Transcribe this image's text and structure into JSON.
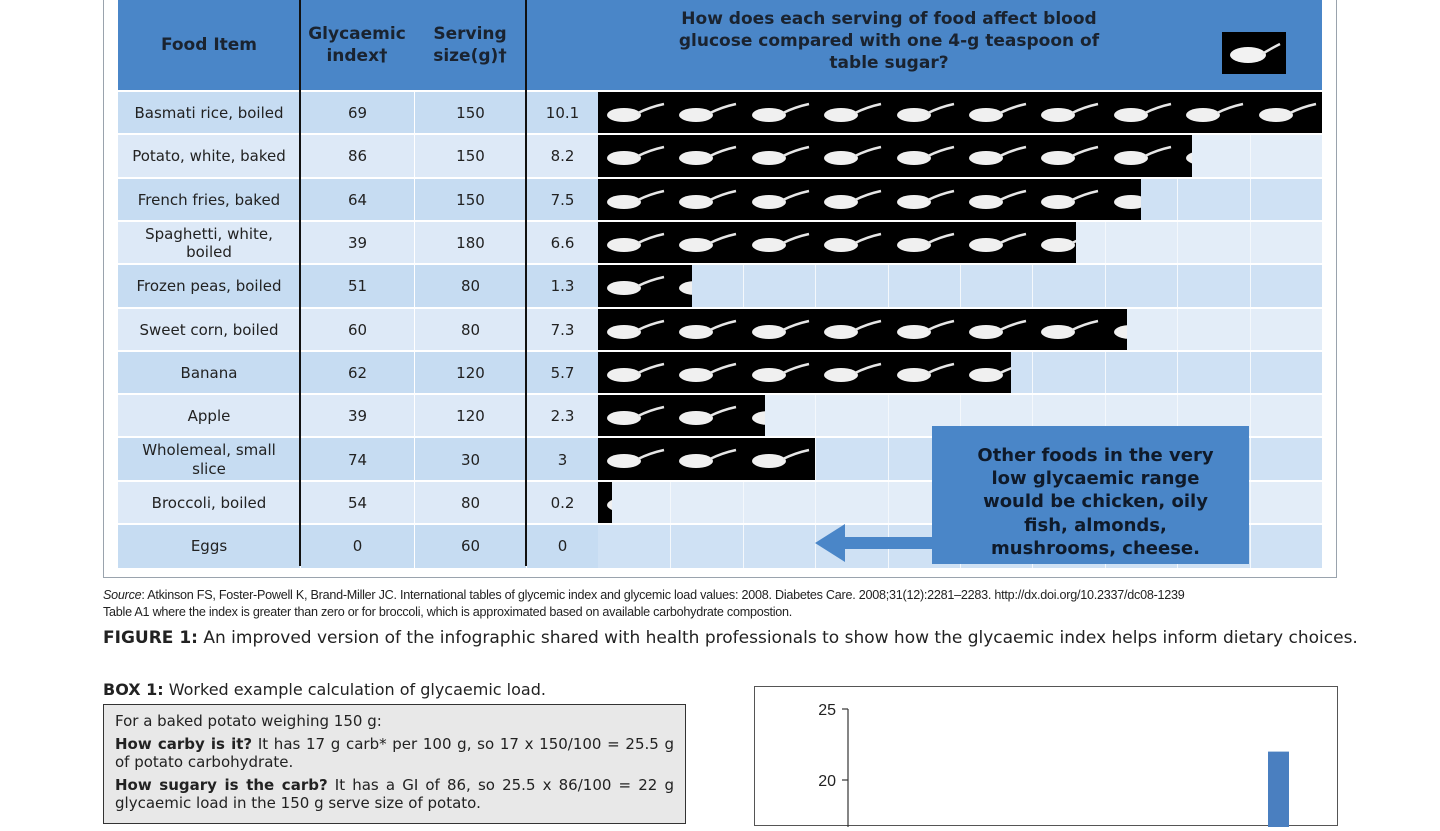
{
  "table": {
    "headers": {
      "food": "Food Item",
      "gi": "Glycaemic index†",
      "serving": "Serving size(g)†",
      "question": "How does each serving of food affect blood glucose compared with one 4-g teaspoon of table sugar?"
    },
    "rows": [
      {
        "food": "Basmati rice, boiled",
        "gi": "69",
        "serving": "150",
        "gl": "10.1"
      },
      {
        "food": "Potato, white, baked",
        "gi": "86",
        "serving": "150",
        "gl": "8.2"
      },
      {
        "food": "French fries, baked",
        "gi": "64",
        "serving": "150",
        "gl": "7.5"
      },
      {
        "food": "Spaghetti, white, boiled",
        "gi": "39",
        "serving": "180",
        "gl": "6.6"
      },
      {
        "food": "Frozen peas, boiled",
        "gi": "51",
        "serving": "80",
        "gl": "1.3"
      },
      {
        "food": "Sweet corn, boiled",
        "gi": "60",
        "serving": "80",
        "gl": "7.3"
      },
      {
        "food": "Banana",
        "gi": "62",
        "serving": "120",
        "gl": "5.7"
      },
      {
        "food": "Apple",
        "gi": "39",
        "serving": "120",
        "gl": "2.3"
      },
      {
        "food": "Wholemeal, small slice",
        "gi": "74",
        "serving": "30",
        "gl": "3"
      },
      {
        "food": "Broccoli, boiled",
        "gi": "54",
        "serving": "80",
        "gl": "0.2"
      },
      {
        "food": "Eggs",
        "gi": "0",
        "serving": "60",
        "gl": "0"
      }
    ],
    "note": "Other foods in the very low glycaemic range would be chicken, oily fish, almonds, mushrooms, cheese."
  },
  "source": {
    "label": "Source",
    "line1": ": Atkinson FS, Foster-Powell K, Brand-Miller JC. International tables of glycemic index and glycemic load values: 2008. Diabetes Care. 2008;31(12):2281–2283. http://dx.doi.org/10.2337/dc08-1239",
    "line2": "Table A1 where the index is greater than zero or for broccoli, which is approximated based on available carbohydrate compostion."
  },
  "figure": {
    "label": "FIGURE 1:",
    "text": " An improved version of the infographic shared with health professionals to show how the glycaemic index helps inform dietary choices."
  },
  "box1": {
    "label": "BOX 1:",
    "title": " Worked example calculation of glycaemic load.",
    "intro": "For a baked potato weighing 150 g:",
    "q1": "How carby is it?",
    "a1": " It has 17 g carb* per 100 g, so 17 x 150/100 = 25.5 g of potato carbohydrate.",
    "q2": "How sugary is the carb?",
    "a2": " It has a GI of 86, so 25.5 x 86/100 = 22 g glycaemic load in the 150 g serve size of potato."
  },
  "chart_data": {
    "type": "bar",
    "yticks": [
      "25",
      "20"
    ],
    "ylim": [
      0,
      25
    ],
    "bars_visible": [
      {
        "value": 22
      }
    ]
  }
}
